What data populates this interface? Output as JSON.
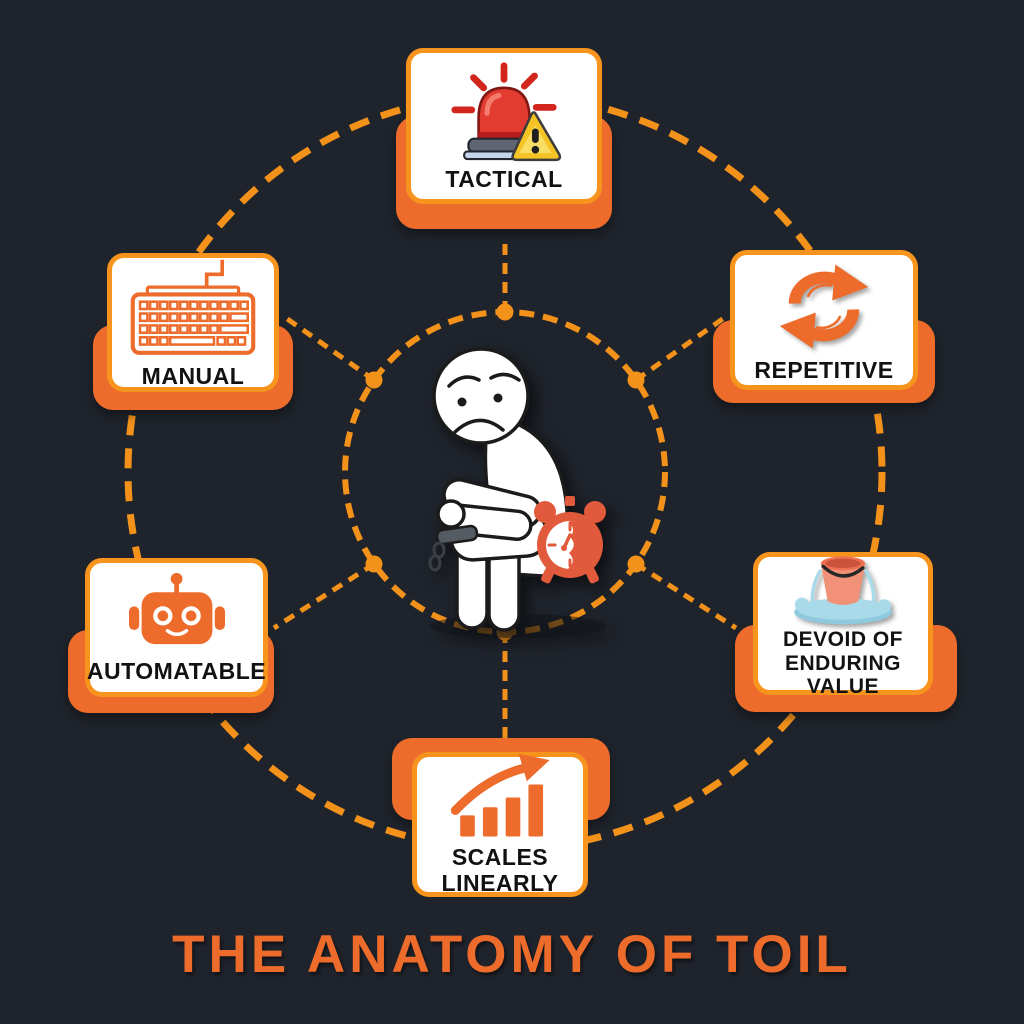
{
  "title": "THE ANATOMY OF TOIL",
  "colors": {
    "background": "#1F232B",
    "accent_orange": "#F2921B",
    "card_backing_orange": "#ED6C2B",
    "card_border_orange": "#F7941E",
    "title_orange": "#ED6B2B",
    "label_black": "#121212",
    "clock_orange": "#E25A3C",
    "water_blue": "#A9DAEA",
    "siren_red": "#D2251C",
    "warning_yellow": "#F6C324"
  },
  "center": {
    "icon": "sad-shackled-person-with-alarm-clock-icon"
  },
  "nodes": {
    "tactical": {
      "label": "TACTICAL",
      "icon": "siren-alert-icon"
    },
    "repetitive": {
      "label": "REPETITIVE",
      "icon": "cycle-arrows-icon"
    },
    "devoid": {
      "line1": "DEVOID OF",
      "line2": "ENDURING",
      "line3": "VALUE",
      "icon": "leaky-bucket-icon"
    },
    "scales": {
      "line1": "SCALES",
      "line2": "LINEARLY",
      "icon": "rising-bar-chart-icon"
    },
    "automatable": {
      "label": "AUTOMATABLE",
      "icon": "robot-icon"
    },
    "manual": {
      "label": "MANUAL",
      "icon": "keyboard-icon"
    }
  }
}
